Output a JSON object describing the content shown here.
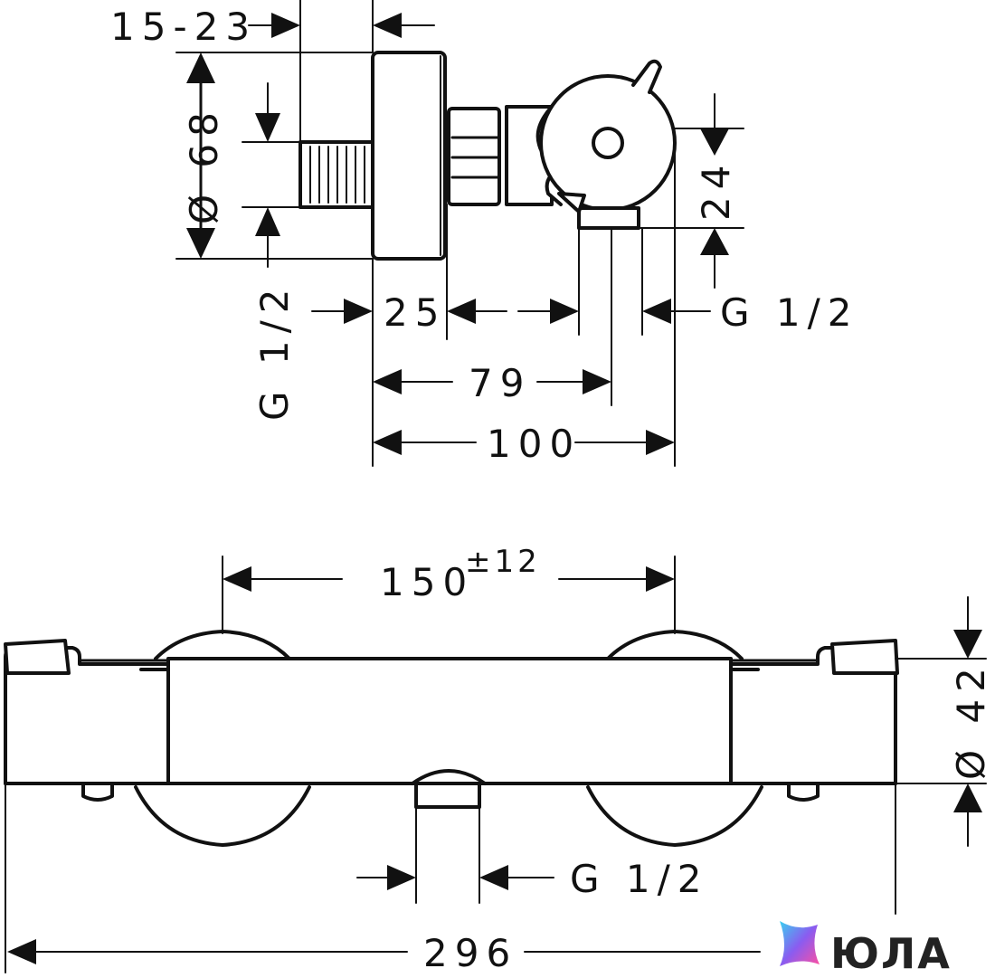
{
  "side_view": {
    "dim_wall_gap": "15-23",
    "dim_diameter_flange": "Ø 68",
    "dim_inlet_thread": "G 1/2",
    "dim_25": "25",
    "dim_79": "79",
    "dim_100": "100",
    "dim_24": "24",
    "dim_outlet_thread": "G 1/2"
  },
  "front_view": {
    "dim_spacing_base": "150",
    "dim_spacing_tol": "±12",
    "dim_diameter_body": "Ø 42",
    "dim_outlet_thread": "G 1/2",
    "dim_total_length": "296"
  },
  "logo": {
    "text": "ЮЛА",
    "colors": [
      "#3ad0f0",
      "#8a5cf0",
      "#ff4fa0"
    ]
  }
}
